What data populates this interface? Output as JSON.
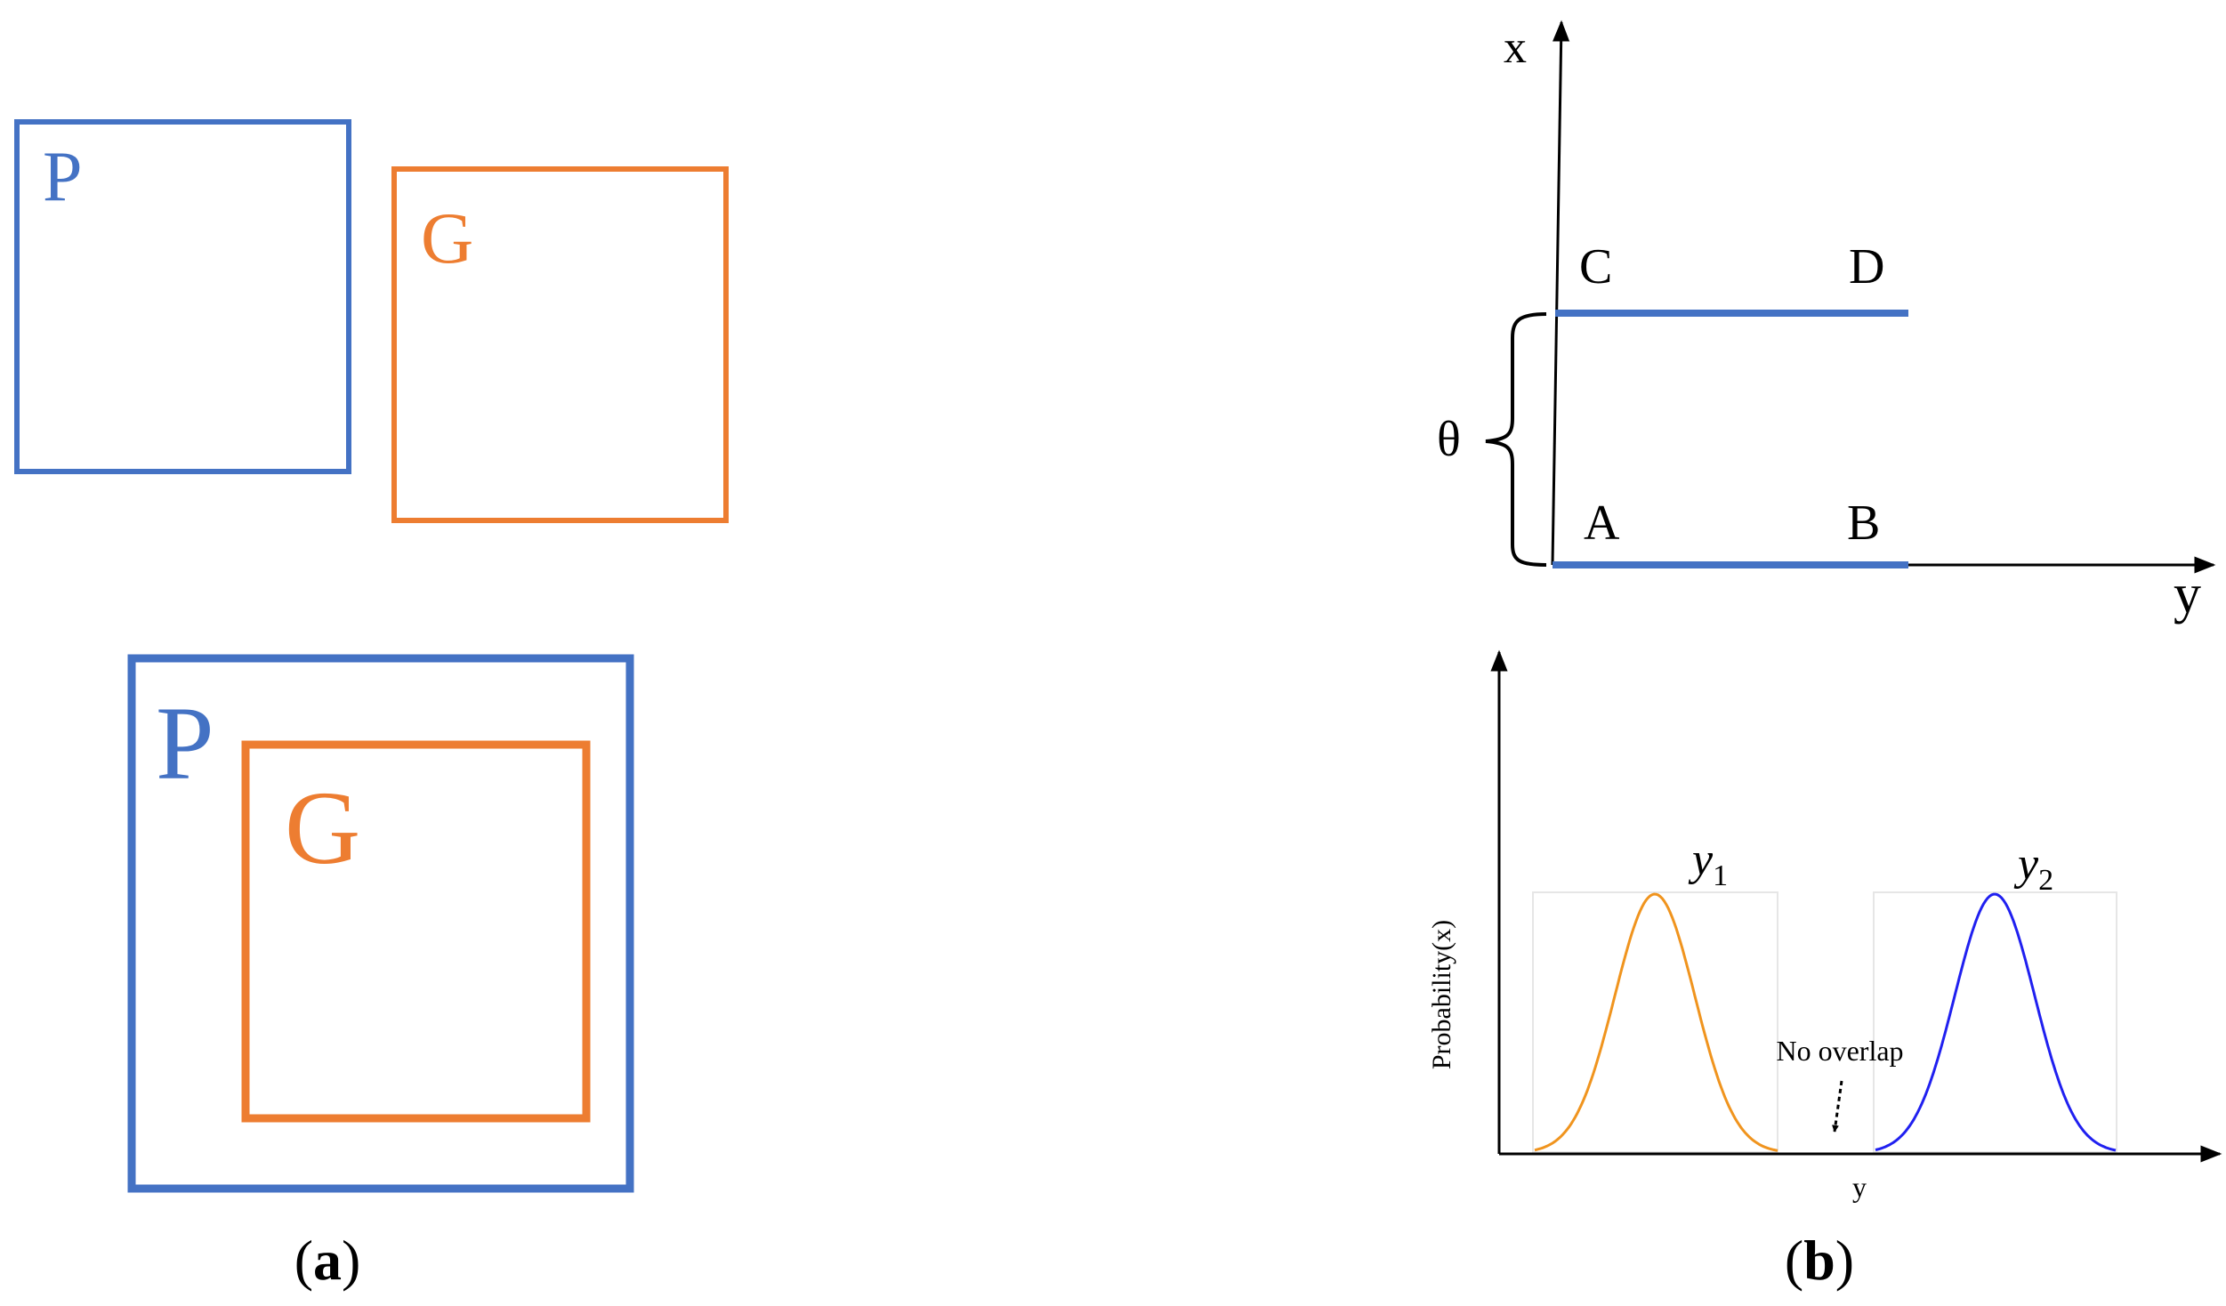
{
  "colors": {
    "blue": "#4472C4",
    "orange": "#ED7D31",
    "black": "#000000",
    "curve_blue": "#2020F0",
    "curve_orange": "#F0941E",
    "faint_box": "#E6E6E6"
  },
  "panel_a": {
    "label_p": "P",
    "label_g": "G",
    "caption_open": "(",
    "caption_letter": "a",
    "caption_close": ")"
  },
  "panel_b": {
    "top": {
      "axis_x": "x",
      "axis_y": "y",
      "theta": "θ",
      "point_a": "A",
      "point_b": "B",
      "point_c": "C",
      "point_d": "D"
    },
    "bottom": {
      "ylabel": "Probability(x)",
      "xlabel": "y",
      "y1_letter": "y",
      "y1_sub": "1",
      "y2_letter": "y",
      "y2_sub": "2",
      "annotation": "No overlap"
    },
    "caption_open": "(",
    "caption_letter": "b",
    "caption_close": ")"
  }
}
